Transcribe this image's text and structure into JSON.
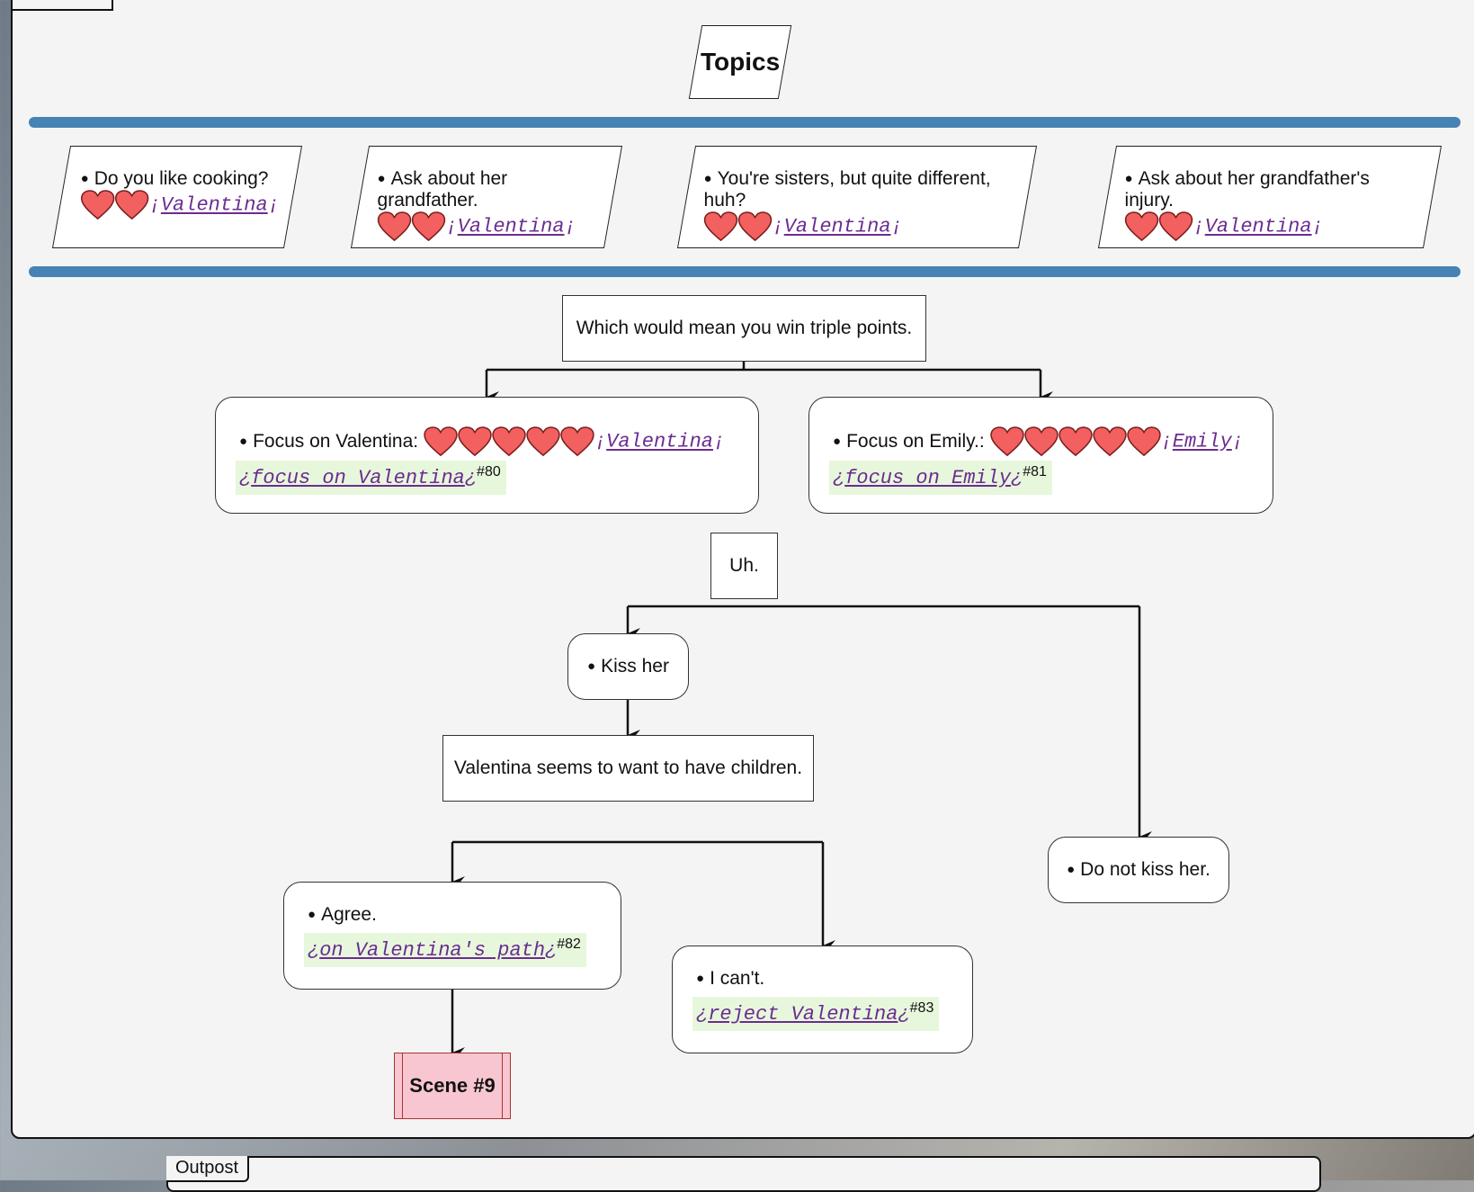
{
  "title": "Topics",
  "topics": [
    {
      "text": "Do you like cooking?",
      "hearts": 2,
      "link": "Valentina"
    },
    {
      "text": "Ask about her grandfather.",
      "hearts": 2,
      "link": "Valentina"
    },
    {
      "text": "You're sisters, but quite different, huh?",
      "hearts": 2,
      "link": "Valentina"
    },
    {
      "text": "Ask about her grandfather's injury.",
      "hearts": 2,
      "link": "Valentina"
    }
  ],
  "triple_points": "Which would mean you win triple points.",
  "focus_valentina": {
    "label": "Focus on Valentina:",
    "hearts": 5,
    "link": "Valentina",
    "path": "focus on Valentina",
    "num": "#80"
  },
  "focus_emily": {
    "label": "Focus on Emily.:",
    "hearts": 5,
    "link": "Emily",
    "path": "focus on Emily",
    "num": "#81"
  },
  "uh": "Uh.",
  "kiss": "Kiss her",
  "children": "Valentina seems to want to have children.",
  "no_kiss": "Do not kiss her.",
  "agree": {
    "label": "Agree.",
    "path": "on Valentina's path",
    "num": "#82"
  },
  "cant": {
    "label": "I can't.",
    "path": "reject Valentina",
    "num": "#83"
  },
  "scene": "Scene #9",
  "outpost": "Outpost",
  "colors": {
    "accent_bar": "#4682b4",
    "heart": "#f26060",
    "path_bg": "#e7f7dc",
    "scene_bg": "#f8c6d0",
    "link": "#6b2c91"
  }
}
